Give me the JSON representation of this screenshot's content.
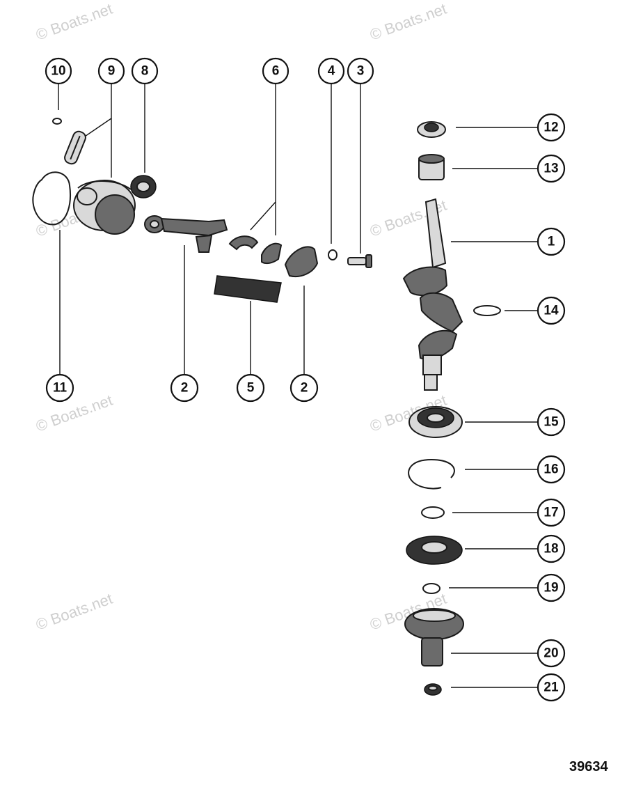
{
  "watermark": "© Boats.net",
  "drawing_number": "39634",
  "callouts": [
    "10",
    "9",
    "8",
    "6",
    "4",
    "3",
    "12",
    "13",
    "1",
    "14",
    "11",
    "2",
    "5",
    "2",
    "15",
    "16",
    "17",
    "18",
    "19",
    "20",
    "21"
  ],
  "colors": {
    "ink": "#111111",
    "watermark": "#cfcfcf",
    "background": "#ffffff"
  }
}
